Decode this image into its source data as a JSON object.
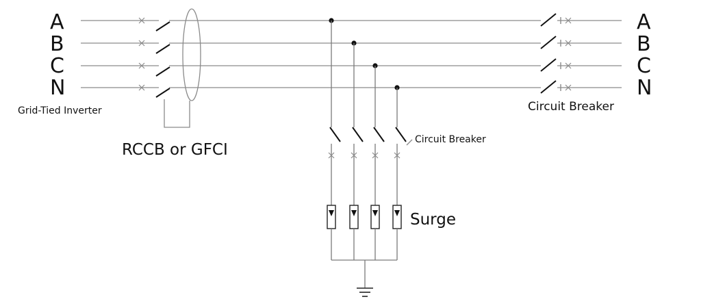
{
  "phases_left": [
    "A",
    "B",
    "C",
    "N"
  ],
  "phases_right": [
    "A",
    "B",
    "C",
    "N"
  ],
  "labels": {
    "inverter": "Grid-Tied Inverter",
    "rccb": "RCCB or GFCI",
    "breaker_main": "Circuit Breaker",
    "breaker_branch": "Circuit Breaker",
    "surge": "Surge"
  }
}
